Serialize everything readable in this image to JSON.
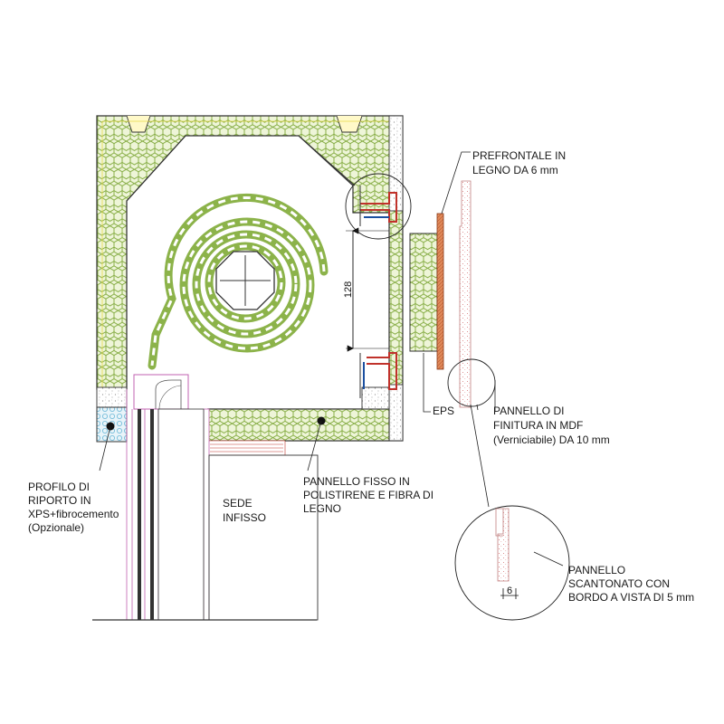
{
  "labels": {
    "prefrontale_l1": "PREFRONTALE IN",
    "prefrontale_l2": "LEGNO DA 6 mm",
    "dimension_128": "128",
    "eps": "EPS",
    "finitura_l1": "PANNELLO DI",
    "finitura_l2": "FINITURA IN MDF",
    "finitura_l3": "(Verniciabile) DA 10 mm",
    "profilo_l1": "PROFILO DI",
    "profilo_l2": "RIPORTO IN",
    "profilo_l3": "XPS+fibrocemento",
    "profilo_l4": "(Opzionale)",
    "sede_l1": "SEDE",
    "sede_l2": "INFISSO",
    "fisso_l1": "PANNELLO FISSO IN",
    "fisso_l2": "POLISTIRENE E FIBRA DI",
    "fisso_l3": "LEGNO",
    "scantonato_l1": "PANNELLO",
    "scantonato_l2": "SCANTONATO CON",
    "scantonato_l3": "BORDO A VISTA DI 5 mm",
    "dimension_6": "6"
  },
  "colors": {
    "insulation_hex": "#7fa83a",
    "insulation_fill": "#eef5d8",
    "wood_panel": "#d9784a",
    "red_profile": "#c0322b",
    "mdf_dots": "#d06060",
    "xps_blue": "#6bb8d8",
    "rope": "#8cb34a",
    "concrete": "#9a9a9a",
    "magenta": "#c060b0"
  }
}
